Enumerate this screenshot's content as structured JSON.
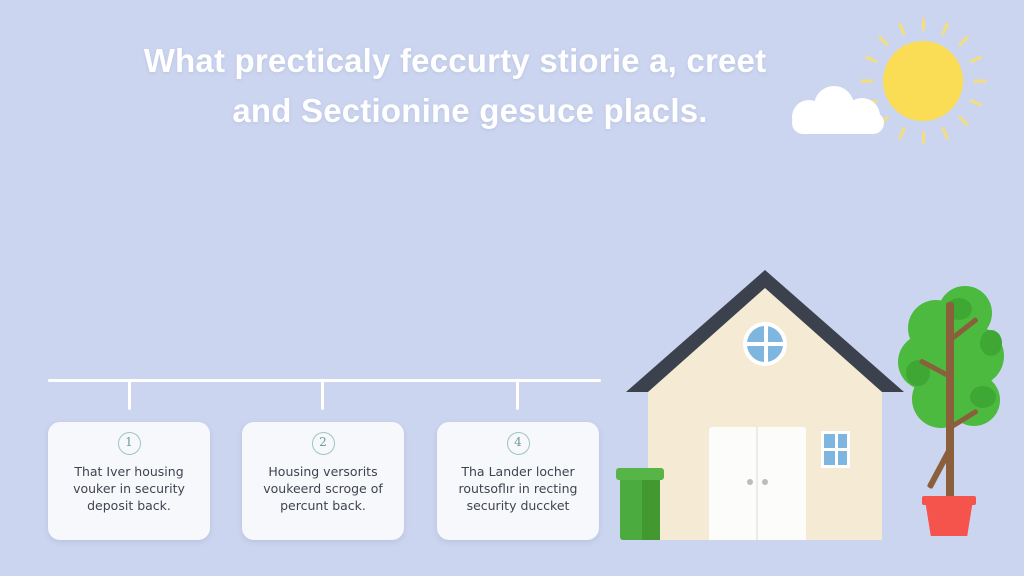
{
  "page": {
    "background_color": "#ccd5ef",
    "title_color": "#ffffff"
  },
  "title": {
    "line1": "What precticaly feccurty stiorie a, creet",
    "line2": "and Sectionine gesuce placls."
  },
  "timeline": {
    "ticks": 3
  },
  "cards": [
    {
      "badge": "1",
      "line1": "That Iver housing",
      "line2": "vouker in security",
      "line3": "deposit back."
    },
    {
      "badge": "2",
      "line1": "Housing versorits",
      "line2": "voukeerd scroge of",
      "line3": "percunt back."
    },
    {
      "badge": "4",
      "line1": "Tha Lander locher",
      "line2": "routsoflır in recting",
      "line3": "security duccket"
    }
  ],
  "illustration": {
    "sun": {
      "name": "sun-icon",
      "color": "#fadc55",
      "ray_color": "#f5de7a"
    },
    "cloud": {
      "name": "cloud-icon",
      "color": "#ffffff"
    },
    "house": {
      "name": "house-illustration",
      "roof_color": "#3b424e",
      "wall_color": "#f5ead4",
      "door_color": "#fcfcfb",
      "window_color": "#7eb6e0"
    },
    "bin": {
      "name": "trash-bin-icon",
      "color": "#4cab3e"
    },
    "tree": {
      "name": "potted-tree-illustration",
      "leaf_color": "#4cba3e",
      "trunk_color": "#8b5e3c",
      "pot_color": "#f4544c"
    }
  }
}
